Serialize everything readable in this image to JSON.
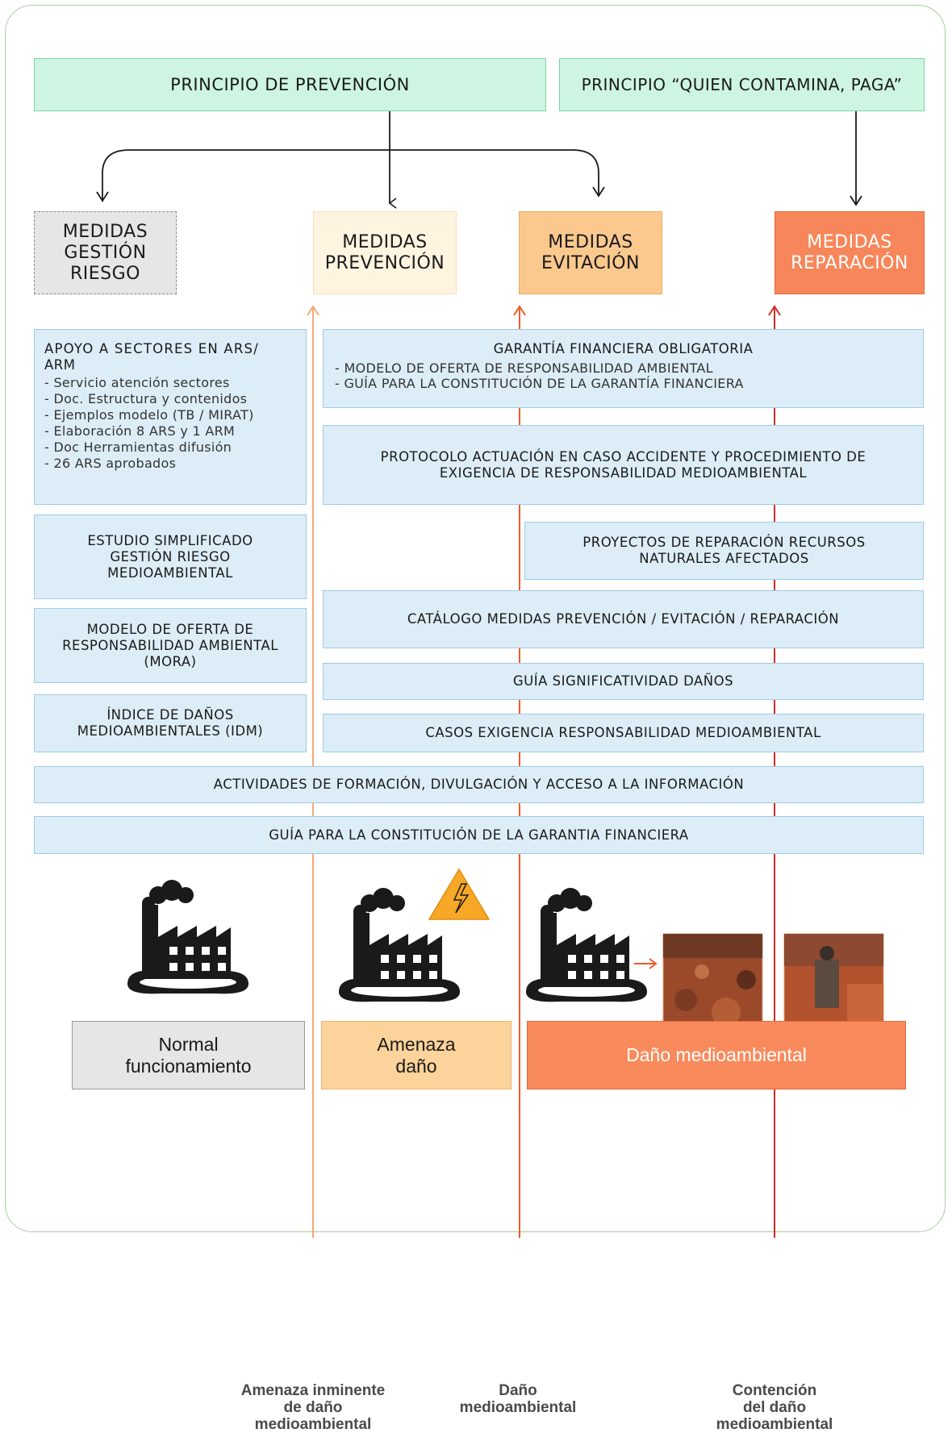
{
  "principles": {
    "prevention": "PRINCIPIO DE PREVENCIÓN",
    "polluter": "PRINCIPIO “QUIEN CONTAMINA, PAGA”"
  },
  "measures": {
    "gestion_riesgo": [
      "MEDIDAS",
      "GESTIÓN",
      "RIESGO"
    ],
    "prevencion": [
      "MEDIDAS",
      "PREVENCIÓN"
    ],
    "evitacion": [
      "MEDIDAS",
      "EVITACIÓN"
    ],
    "reparacion": [
      "MEDIDAS",
      "REPARACIÓN"
    ]
  },
  "left_column": {
    "apoyo": {
      "title": [
        "APOYO A SECTORES EN ARS/",
        "ARM"
      ],
      "items": [
        "- Servicio atención sectores",
        "- Doc. Estructura y contenidos",
        "- Ejemplos modelo (TB / MIRAT)",
        "- Elaboración 8 ARS y 1 ARM",
        "- Doc Herramientas difusión",
        "- 26 ARS aprobados"
      ]
    },
    "estudio": [
      "ESTUDIO SIMPLIFICADO",
      "GESTIÓN RIESGO",
      "MEDIOAMBIENTAL"
    ],
    "mora": [
      "MODELO DE OFERTA DE",
      "RESPONSABILIDAD AMBIENTAL",
      "(MORA)"
    ],
    "idm": [
      "ÍNDICE DE DAÑOS",
      "MEDIOAMBIENTALES (IDM)"
    ]
  },
  "right_column": {
    "garantia": {
      "title": "GARANTÍA FINANCIERA OBLIGATORIA",
      "items": [
        "- MODELO DE OFERTA DE RESPONSABILIDAD AMBIENTAL",
        "- GUÍA PARA LA CONSTITUCIÓN DE LA GARANTÍA FINANCIERA"
      ]
    },
    "protocolo": [
      "PROTOCOLO ACTUACIÓN EN CASO ACCIDENTE Y PROCEDIMIENTO DE",
      "EXIGENCIA DE RESPONSABILIDAD MEDIOAMBIENTAL"
    ],
    "proyectos": [
      "PROYECTOS DE REPARACIÓN RECURSOS",
      "NATURALES AFECTADOS"
    ],
    "catalogo": "CATÁLOGO MEDIDAS PREVENCIÓN / EVITACIÓN / REPARACIÓN",
    "guia_signif": "GUÍA SIGNIFICATIVIDAD DAÑOS",
    "casos": "CASOS EXIGENCIA RESPONSABILIDAD MEDIOAMBIENTAL"
  },
  "full_width": {
    "actividades": "ACTIVIDADES DE FORMACIÓN, DIVULGACIÓN Y ACCESO A LA INFORMACIÓN",
    "guia_constitucion": "GUÍA PARA LA CONSTITUCIÓN DE LA GARANTIA FINANCIERA"
  },
  "states": {
    "normal": [
      "Normal",
      "funcionamiento"
    ],
    "amenaza": [
      "Amenaza",
      "daño"
    ],
    "dano": "Daño medioambiental"
  },
  "captions": {
    "amenaza_inminente": [
      "Amenaza inminente",
      "de daño",
      "medioambiental"
    ],
    "dano": [
      "Daño",
      "medioambiental"
    ],
    "contencion": [
      "Contención",
      "del daño",
      "medioambiental"
    ]
  },
  "icons": [
    "factory-icon",
    "warning-lightning-icon",
    "arrow-right-icon",
    "damage-photo",
    "cleanup-photo"
  ],
  "colors": {
    "principle": "#cdf5e1",
    "prevention_line": "#f7a875",
    "evitation_line": "#ef5b2b",
    "repair_line": "#d42a2a",
    "blue_box": "#dcedf7"
  }
}
